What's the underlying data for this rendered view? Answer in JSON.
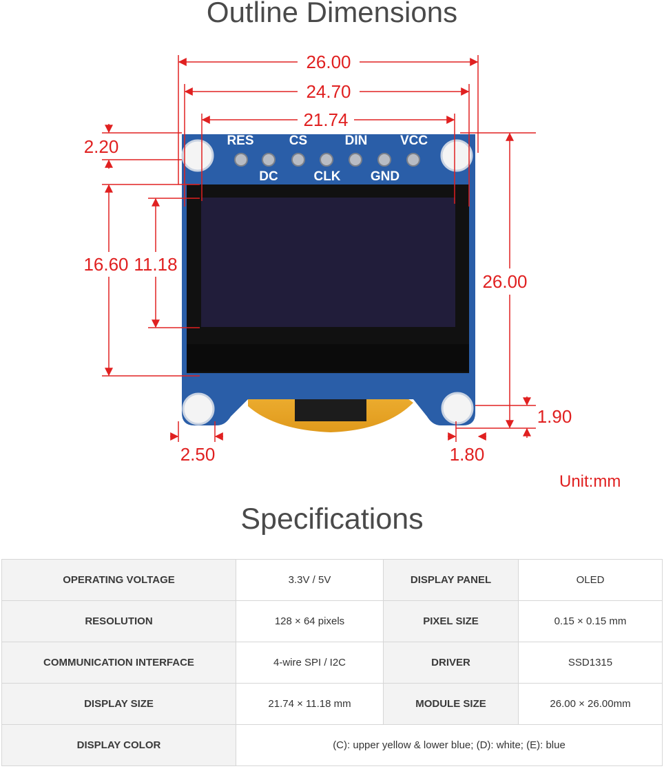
{
  "titles": {
    "outline": "Outline Dimensions",
    "spec": "Specifications"
  },
  "unit_label": "Unit:mm",
  "dimensions": {
    "width_outer": "26.00",
    "width_hole_centers": "24.70",
    "width_display": "21.74",
    "top_margin": "2.20",
    "height_active": "16.60",
    "height_display": "11.18",
    "height_outer": "26.00",
    "hole_diameter": "2.50",
    "corner_offset": "1.80",
    "bottom_offset": "1.90"
  },
  "pins": {
    "top": [
      "RES",
      "CS",
      "DIN",
      "VCC"
    ],
    "bottom": [
      "DC",
      "CLK",
      "GND"
    ]
  },
  "colors": {
    "dimension": "#e02020",
    "pcb": "#2a5ea8",
    "screen": "#211d3a",
    "flex": "#e8a521"
  },
  "specs": {
    "row1": {
      "k1": "OPERATING VOLTAGE",
      "v1": "3.3V / 5V",
      "k2": "DISPLAY PANEL",
      "v2": "OLED"
    },
    "row2": {
      "k1": "RESOLUTION",
      "v1": "128 × 64 pixels",
      "k2": "PIXEL SIZE",
      "v2": "0.15 × 0.15 mm"
    },
    "row3": {
      "k1": "COMMUNICATION INTERFACE",
      "v1": "4-wire SPI / I2C",
      "k2": "DRIVER",
      "v2": "SSD1315"
    },
    "row4": {
      "k1": "DISPLAY SIZE",
      "v1": "21.74 × 11.18 mm",
      "k2": "MODULE SIZE",
      "v2": "26.00 × 26.00mm"
    },
    "row5": {
      "k1": "DISPLAY COLOR",
      "v1": "(C): upper yellow & lower blue; (D): white; (E): blue"
    }
  }
}
